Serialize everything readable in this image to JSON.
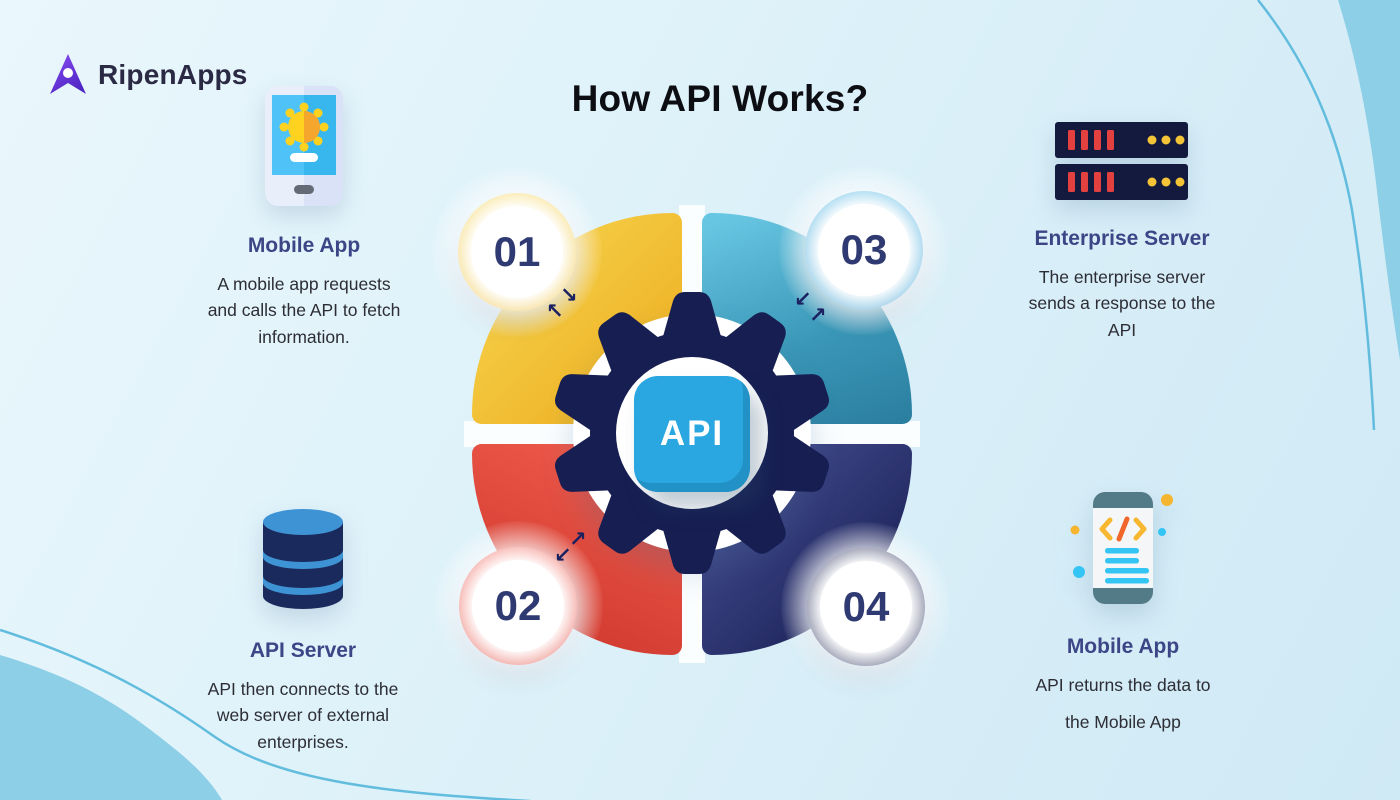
{
  "logo": {
    "name": "RipenApps"
  },
  "header": {
    "title": "How API Works?"
  },
  "center": {
    "api_label": "API"
  },
  "glyphs": {
    "arrow_nw": "↖",
    "arrow_ne": "↗",
    "arrow_se": "↘",
    "arrow_sw": "↙"
  },
  "steps": {
    "step1": {
      "number": "01",
      "title": "Mobile App",
      "description": "A mobile app requests and calls the API to fetch information.",
      "accent": "#F0C33C",
      "icon": "mobile-app-sun-icon"
    },
    "step2": {
      "number": "02",
      "title": "API Server",
      "description": "API then connects to the web server of external enterprises.",
      "accent": "#E8493B",
      "icon": "database-icon"
    },
    "step3": {
      "number": "03",
      "title": "Enterprise Server",
      "description": "The enterprise server sends a response to the API",
      "accent": "#2D9FD6",
      "icon": "server-rack-icon"
    },
    "step4": {
      "number": "04",
      "title": "Mobile App",
      "description": "API returns the data to the Mobile App",
      "accent": "#141B4D",
      "icon": "mobile-code-icon"
    }
  },
  "palette": {
    "background_start": "#EAF7FC",
    "background_end": "#CFE9F5",
    "corner_wave": "#8CCFE6",
    "corner_line": "#62BCDD",
    "gear_navy": "#171E52",
    "api_cube_blue": "#2AA7E0",
    "heading_navy": "#3C4687",
    "body_text": "#2D2D35",
    "title_black": "#0D0E13",
    "logo_purple": "#6A35DC"
  }
}
